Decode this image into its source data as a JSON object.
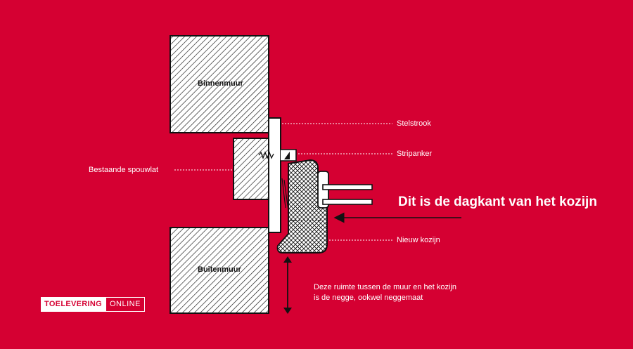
{
  "labels": {
    "binnenmuur": "Binnenmuur",
    "buitenmuur": "Buitenmuur",
    "stelstrook": "Stelstrook",
    "stripanker": "Stripanker",
    "spouwlat": "Bestaande spouwlat",
    "nieuw_kozijn": "Nieuw kozijn"
  },
  "headline": "Dit is de dagkant van het kozijn",
  "negge_text": {
    "line1": "Deze ruimte tussen de muur en het kozijn",
    "line2": "is de negge, ookwel neggemaat"
  },
  "logo": {
    "part1": "TOELEVERING",
    "part2": "ONLINE"
  },
  "colors": {
    "background": "#d50032",
    "foreground": "#ffffff",
    "line": "#111111"
  }
}
